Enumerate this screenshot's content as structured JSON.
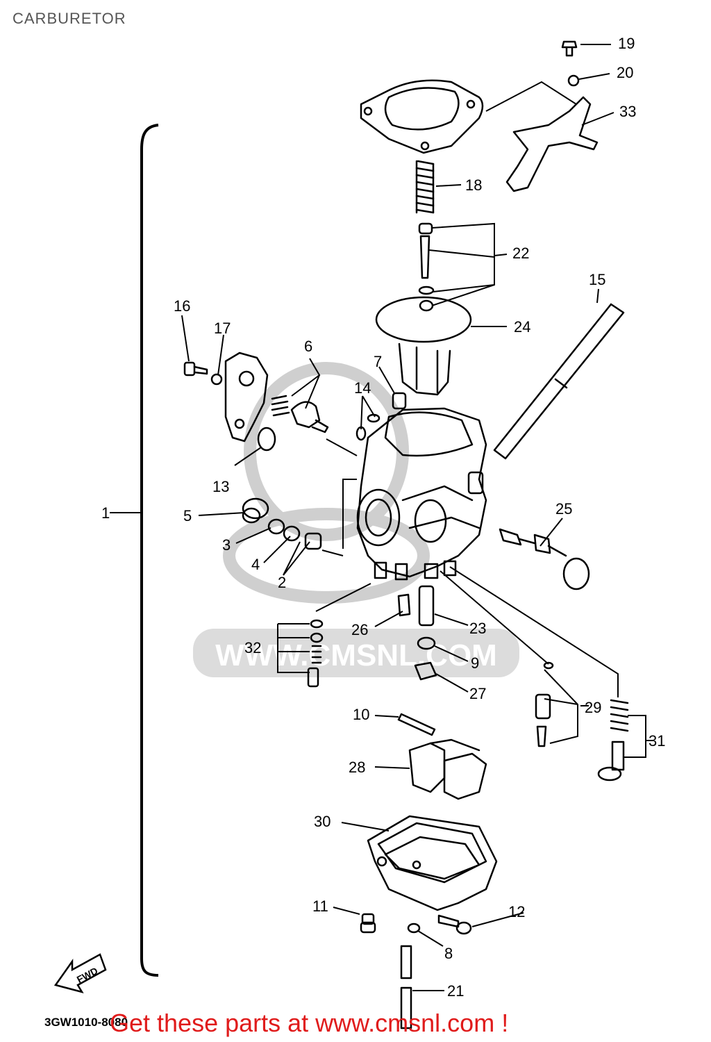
{
  "title": "CARBURETOR",
  "drawing_code": "3GW1010-8080",
  "promo_text": "Get these parts at www.cmsnl.com !",
  "watermark_text": "WWW.CMSNL.COM",
  "fwd_badge": "FWD",
  "callouts": {
    "c1": "1",
    "c2": "2",
    "c3": "3",
    "c4": "4",
    "c5": "5",
    "c6": "6",
    "c7": "7",
    "c8": "8",
    "c9": "9",
    "c10": "10",
    "c11": "11",
    "c12": "12",
    "c13": "13",
    "c14": "14",
    "c15": "15",
    "c16": "16",
    "c17": "17",
    "c18": "18",
    "c19": "19",
    "c20": "20",
    "c21": "21",
    "c22": "22",
    "c23": "23",
    "c24": "24",
    "c25": "25",
    "c26": "26",
    "c27": "27",
    "c28": "28",
    "c29": "29",
    "c30": "30",
    "c31": "31",
    "c32": "32",
    "c33": "33"
  },
  "colors": {
    "line": "#000000",
    "watermark": "#cfcfcf",
    "promo": "#e01b1b"
  }
}
